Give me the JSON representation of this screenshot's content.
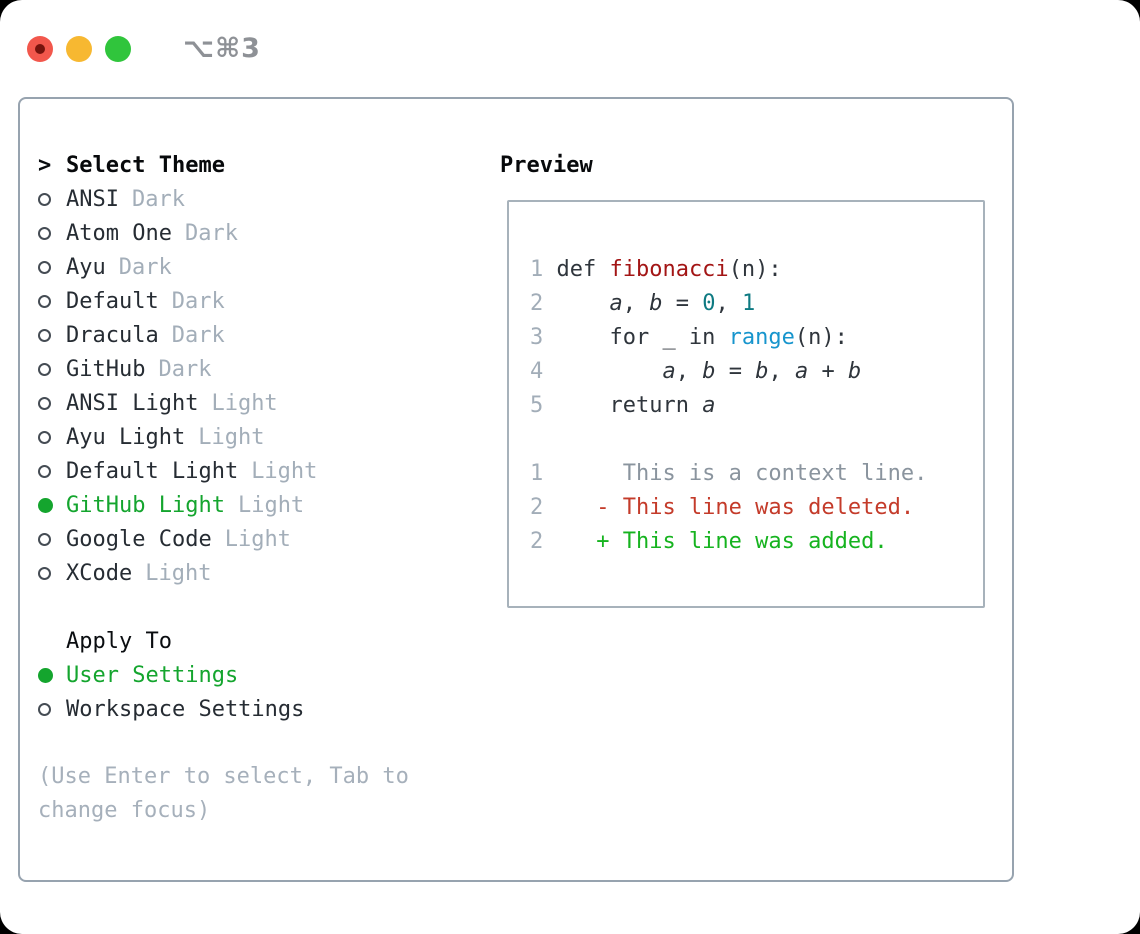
{
  "window": {
    "title": "⌥⌘3",
    "traffic_lights": [
      {
        "name": "close-button",
        "color": "#f2574c"
      },
      {
        "name": "minimize-button",
        "color": "#f7b831"
      },
      {
        "name": "zoom-button",
        "color": "#30c53c"
      }
    ]
  },
  "theme_panel": {
    "header_marker": ">",
    "header_label": "Select Theme",
    "themes": [
      {
        "name": "ANSI",
        "variant": "Dark",
        "selected": false
      },
      {
        "name": "Atom One",
        "variant": "Dark",
        "selected": false
      },
      {
        "name": "Ayu",
        "variant": "Dark",
        "selected": false
      },
      {
        "name": "Default",
        "variant": "Dark",
        "selected": false
      },
      {
        "name": "Dracula",
        "variant": "Dark",
        "selected": false
      },
      {
        "name": "GitHub",
        "variant": "Dark",
        "selected": false
      },
      {
        "name": "ANSI Light",
        "variant": "Light",
        "selected": false
      },
      {
        "name": "Ayu Light",
        "variant": "Light",
        "selected": false
      },
      {
        "name": "Default Light",
        "variant": "Light",
        "selected": false
      },
      {
        "name": "GitHub Light",
        "variant": "Light",
        "selected": true
      },
      {
        "name": "Google Code",
        "variant": "Light",
        "selected": false
      },
      {
        "name": "XCode",
        "variant": "Light",
        "selected": false
      }
    ],
    "apply_to": {
      "label": "Apply To",
      "options": [
        {
          "name": "User Settings",
          "selected": true
        },
        {
          "name": "Workspace Settings",
          "selected": false
        }
      ]
    },
    "hint_lines": [
      "(Use Enter to select, Tab to",
      "change focus)"
    ]
  },
  "preview": {
    "title": "Preview",
    "lines": [
      {
        "num": "1",
        "segments": [
          [
            "plain",
            "def "
          ],
          [
            "func",
            "fibonacci"
          ],
          [
            "plain",
            "(n):"
          ]
        ]
      },
      {
        "num": "2",
        "segments": [
          [
            "plain",
            "    "
          ],
          [
            "var",
            "a"
          ],
          [
            "plain",
            ", "
          ],
          [
            "var",
            "b"
          ],
          [
            "plain",
            " = "
          ],
          [
            "number",
            "0"
          ],
          [
            "plain",
            ", "
          ],
          [
            "number",
            "1"
          ]
        ]
      },
      {
        "num": "3",
        "segments": [
          [
            "plain",
            "    for _ in "
          ],
          [
            "builtin",
            "range"
          ],
          [
            "plain",
            "(n):"
          ]
        ]
      },
      {
        "num": "4",
        "segments": [
          [
            "plain",
            "        "
          ],
          [
            "var",
            "a"
          ],
          [
            "plain",
            ", "
          ],
          [
            "var",
            "b"
          ],
          [
            "plain",
            " = "
          ],
          [
            "var",
            "b"
          ],
          [
            "plain",
            ", "
          ],
          [
            "var",
            "a"
          ],
          [
            "plain",
            " + "
          ],
          [
            "var",
            "b"
          ]
        ]
      },
      {
        "num": "5",
        "segments": [
          [
            "plain",
            "    return "
          ],
          [
            "var",
            "a"
          ]
        ]
      },
      {
        "num": "",
        "segments": []
      },
      {
        "num": "1",
        "segments": [
          [
            "context",
            "     This is a context line."
          ]
        ]
      },
      {
        "num": "2",
        "segments": [
          [
            "deleted",
            "   - This line was deleted."
          ]
        ]
      },
      {
        "num": "2",
        "segments": [
          [
            "added",
            "   + This line was added."
          ]
        ]
      }
    ]
  },
  "colors": {
    "accent_green": "#14a52e",
    "code_function_red": "#a31515",
    "code_number_teal": "#0e7a82",
    "code_builtin_blue": "#1795cd",
    "diff_deleted_red": "#c43b2a",
    "diff_added_green": "#16b31f",
    "muted_gray": "#a3aeb9",
    "panel_border": "#97a3af"
  }
}
